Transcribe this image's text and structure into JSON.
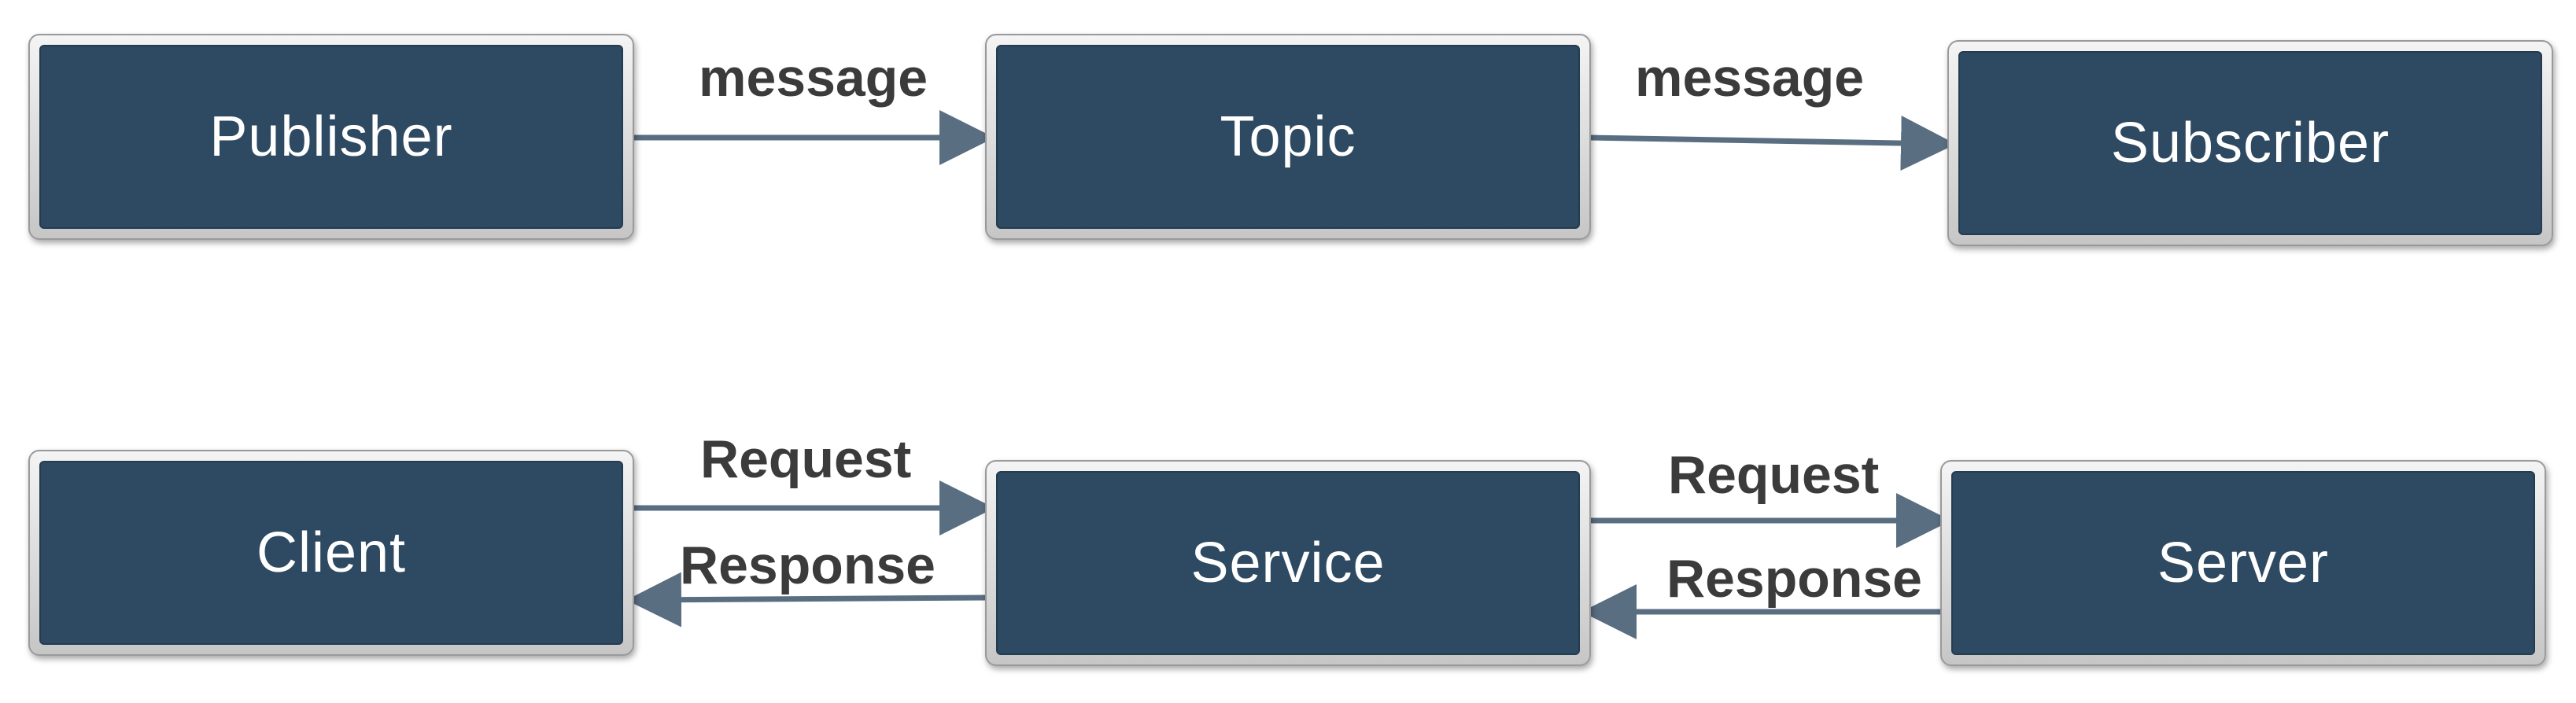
{
  "colors": {
    "node_fill": "#2e4a62",
    "arrow": "#5a6e82",
    "label": "#3b3b3b"
  },
  "topic_row": {
    "nodes": {
      "publisher": "Publisher",
      "topic": "Topic",
      "subscriber": "Subscriber"
    },
    "edges": {
      "publisher_to_topic": "message",
      "topic_to_subscriber": "message"
    }
  },
  "service_row": {
    "nodes": {
      "client": "Client",
      "service": "Service",
      "server": "Server"
    },
    "edges": {
      "client_to_service": "Request",
      "service_to_client": "Response",
      "service_to_server": "Request",
      "server_to_service": "Response"
    }
  }
}
